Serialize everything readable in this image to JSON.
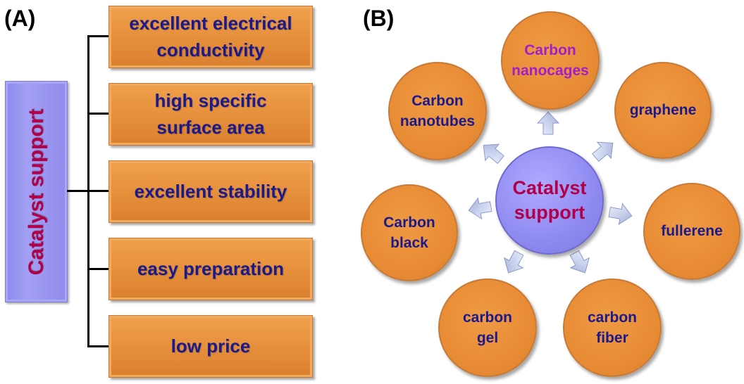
{
  "panel_a": {
    "label": "(A)",
    "root": "Catalyst support",
    "properties": [
      "excellent electrical\nconductivity",
      "high specific\nsurface area",
      "excellent stability",
      "easy preparation",
      "low price"
    ]
  },
  "panel_b": {
    "label": "(B)",
    "center": "Catalyst\nsupport",
    "materials": [
      {
        "label": "Carbon\nnanocages",
        "color": "#a020c8"
      },
      {
        "label": "graphene",
        "color": "#1a1a8c"
      },
      {
        "label": "fullerene",
        "color": "#1a1a8c"
      },
      {
        "label": "carbon\nfiber",
        "color": "#1a1a8c"
      },
      {
        "label": "carbon\ngel",
        "color": "#1a1a8c"
      },
      {
        "label": "Carbon\nblack",
        "color": "#1a1a8c"
      },
      {
        "label": "Carbon\nnanotubes",
        "color": "#1a1a8c"
      }
    ]
  },
  "colors": {
    "box_fill": "#e48d39",
    "root_fill": "#a3a0f4",
    "text_blue": "#1a1a8c",
    "root_text": "#b00048",
    "arrow_fill": "#c9d2ee"
  }
}
